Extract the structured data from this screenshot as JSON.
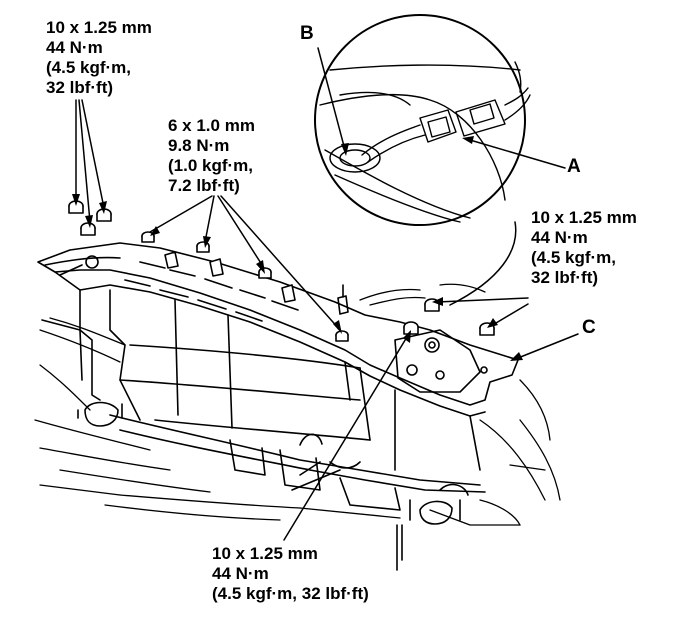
{
  "specs": {
    "top_left": {
      "size": "10 x 1.25 mm",
      "torque": "44 N·m",
      "alt1": "(4.5 kgf·m,",
      "alt2": "32 lbf·ft)"
    },
    "top_middle": {
      "size": "6 x 1.0 mm",
      "torque": "9.8 N·m",
      "alt1": "(1.0 kgf·m,",
      "alt2": "7.2 lbf·ft)"
    },
    "right": {
      "size": "10 x 1.25 mm",
      "torque": "44 N·m",
      "alt1": "(4.5 kgf·m,",
      "alt2": "32 lbf·ft)"
    },
    "bottom": {
      "size": "10 x 1.25 mm",
      "torque": "44 N·m",
      "alt1": "(4.5 kgf·m, 32 lbf·ft)"
    }
  },
  "callouts": {
    "a": "A",
    "b": "B",
    "c": "C"
  },
  "colors": {
    "ink": "#000000",
    "paper": "#ffffff"
  }
}
